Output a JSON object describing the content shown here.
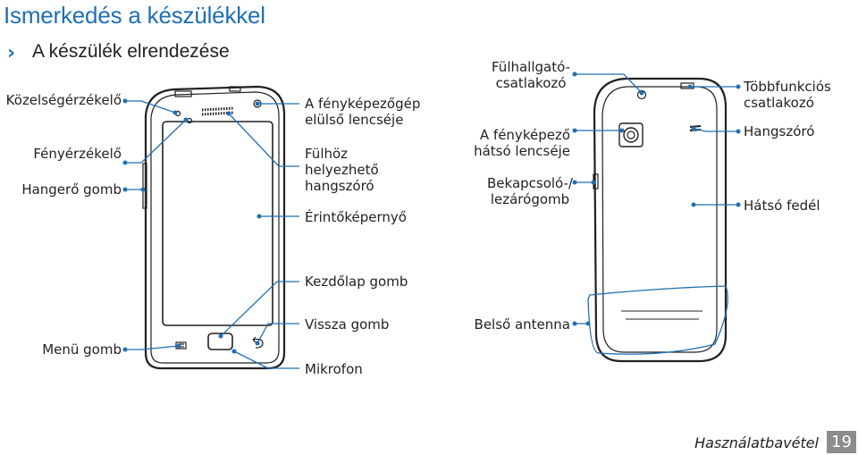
{
  "header": {
    "title": "Ismerkedés a készülékkel",
    "subtitle": "A készülék elrendezése",
    "subtitle_bullet": "›"
  },
  "front_labels": {
    "proximity": "Közelségérzékelő",
    "light": "Fényérzékelő",
    "volume": "Hangerő gomb",
    "front_camera_1": "A fényképezőgép",
    "front_camera_2": "elülső lencséje",
    "earpiece_1": "Fülhöz",
    "earpiece_2": "helyezhető",
    "earpiece_3": "hangszóró",
    "touchscreen": "Érintőképernyő",
    "home": "Kezdőlap gomb",
    "menu": "Menü gomb",
    "back": "Vissza gomb",
    "mic": "Mikrofon"
  },
  "back_labels": {
    "headset_1": "Fülhallgató-",
    "headset_2": "csatlakozó",
    "rear_camera_1": "A fényképező",
    "rear_camera_2": "hátsó lencséje",
    "power_1": "Bekapcsoló-/",
    "power_2": "lezárógomb",
    "multi_1": "Többfunkciós",
    "multi_2": "csatlakozó",
    "speaker": "Hangszóró",
    "cover": "Hátsó fedél",
    "antenna": "Belső antenna"
  },
  "footer": {
    "section": "Használatbavétel",
    "page": "19"
  },
  "colors": {
    "accent": "#1f6fb5",
    "callout": "#1f6fb5",
    "outline": "#231f20",
    "page_box": "#8a8c8e"
  }
}
